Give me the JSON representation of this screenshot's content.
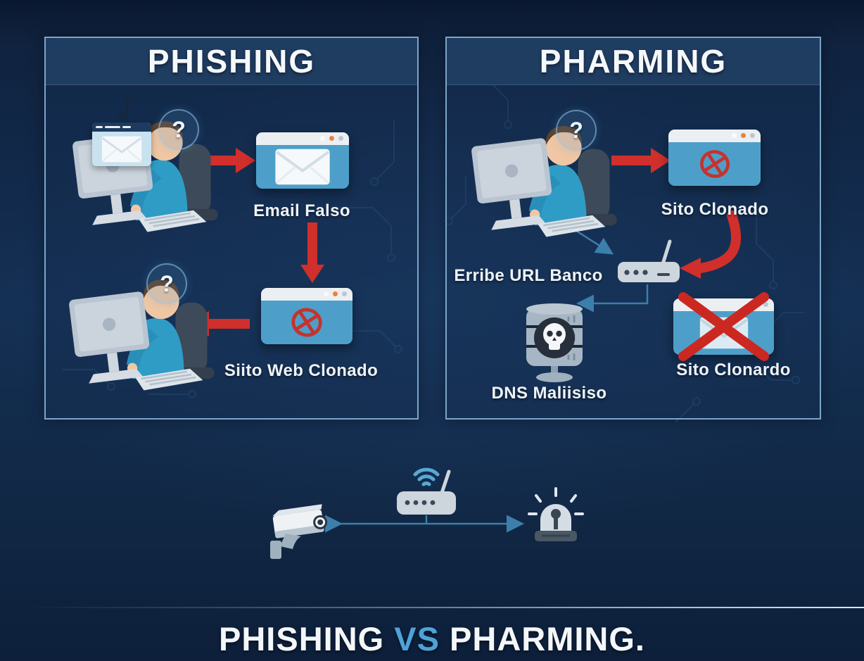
{
  "panels": {
    "phishing": {
      "title": "PHISHING",
      "email_label": "Email Falso",
      "site_label": "Siito Web Clonado",
      "question_mark": "?"
    },
    "pharming": {
      "title": "PHARMING",
      "site_top_label": "Sito Clonado",
      "url_label": "Erribe URL Banco",
      "dns_label": "DNS Maliisiso",
      "site_bottom_label": "Sito Clonardo",
      "question_mark": "?"
    }
  },
  "footer": {
    "left": "PHISHING",
    "vs": "VS",
    "right": "PHARMING."
  },
  "colors": {
    "background": "#143054",
    "panel_border": "#7ba6c9",
    "panel_header": "#1f3c61",
    "arrow_red": "#d12f2b",
    "browser_blue": "#4d9fca",
    "thin_arrow_teal": "#3c7fab",
    "accent_blue": "#4fa2d8"
  },
  "icons": [
    "fish-hook",
    "question-bubble",
    "user-at-computer",
    "envelope",
    "crossed-circle",
    "red-x",
    "router",
    "wifi-signal",
    "dns-skull-database",
    "cctv-camera",
    "alarm-siren"
  ]
}
